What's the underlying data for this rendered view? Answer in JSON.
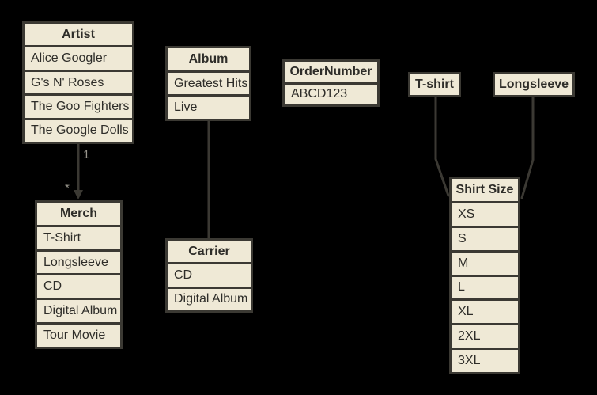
{
  "diagram": {
    "nodes": {
      "artist": {
        "title": "Artist",
        "rows": [
          "Alice Googler",
          "G's N' Roses",
          "The Goo Fighters",
          "The Google Dolls"
        ]
      },
      "album": {
        "title": "Album",
        "rows": [
          "Greatest Hits",
          "Live"
        ]
      },
      "order_number": {
        "title": "OrderNumber",
        "rows": [
          "ABCD123"
        ]
      },
      "tshirt": {
        "title": "T-shirt"
      },
      "longsleeve": {
        "title": "Longsleeve"
      },
      "merch": {
        "title": "Merch",
        "rows": [
          "T-Shirt",
          "Longsleeve",
          "CD",
          "Digital Album",
          "Tour Movie"
        ]
      },
      "carrier": {
        "title": "Carrier",
        "rows": [
          "CD",
          "Digital Album"
        ]
      },
      "shirt_size": {
        "title": "Shirt Size",
        "rows": [
          "XS",
          "S",
          "M",
          "L",
          "XL",
          "2XL",
          "3XL"
        ]
      }
    },
    "connectors": {
      "artist_to_merch": {
        "source_label": "1",
        "target_label": "*"
      },
      "album_to_carrier": {},
      "tshirt_to_shirt_size": {},
      "longsleeve_to_shirt_size": {}
    },
    "colors": {
      "background": "#000000",
      "node_fill": "#efe9d6",
      "node_border": "#3b3933",
      "node_text": "#2e2d29",
      "connector": "#3b3933",
      "edge_label_text": "#98958c"
    }
  }
}
